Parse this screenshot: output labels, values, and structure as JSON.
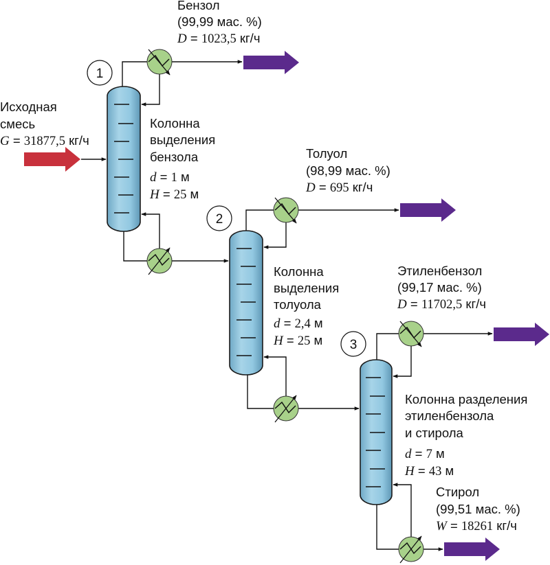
{
  "colors": {
    "column_fill": "#92c8e1",
    "exchanger_fill": "#a8d18a",
    "feed_arrow": "#c8313c",
    "product_arrow": "#5b2a8c"
  },
  "icons": [
    "heat-exchanger-icon",
    "flow-arrow-icon",
    "distillation-column-icon"
  ],
  "feed": {
    "line1": "Исходная",
    "line2": "смесь",
    "var": "G",
    "eq": " = ",
    "num": "31877,5",
    "unit": " кг/ч"
  },
  "columns": [
    {
      "number": "1",
      "name_line1": "Колонна",
      "name_line2": "выделения",
      "name_line3": "бензола",
      "d_var": "d",
      "d_eq": " = ",
      "d_num": "1",
      "d_unit": " м",
      "h_var": "H",
      "h_eq": " = ",
      "h_num": "25",
      "h_unit": " м"
    },
    {
      "number": "2",
      "name_line1": "Колонна",
      "name_line2": "выделения",
      "name_line3": "толуола",
      "d_var": "d",
      "d_eq": " = ",
      "d_num": "2,4",
      "d_unit": " м",
      "h_var": "H",
      "h_eq": " = ",
      "h_num": "25",
      "h_unit": " м"
    },
    {
      "number": "3",
      "name_line1": "Колонна разделения",
      "name_line2": "этиленбензола",
      "name_line3": "и стирола",
      "d_var": "d",
      "d_eq": " = ",
      "d_num": "7",
      "d_unit": " м",
      "h_var": "H",
      "h_eq": " = ",
      "h_num": "43",
      "h_unit": " м"
    }
  ],
  "products": [
    {
      "name": "Бензол",
      "purity": "(99,99 мас. %)",
      "var": "D",
      "eq": " = ",
      "num": "1023,5",
      "unit": " кг/ч"
    },
    {
      "name": "Толуол",
      "purity": "(98,99 мас. %)",
      "var": "D",
      "eq": " = ",
      "num": "695",
      "unit": " кг/ч"
    },
    {
      "name": "Этиленбензол",
      "purity": "(99,17 мас. %)",
      "var": "D",
      "eq": " = ",
      "num": "11702,5",
      "unit": " кг/ч"
    },
    {
      "name": "Стирол",
      "purity": "(99,51 мас. %)",
      "var": "W",
      "eq": " = ",
      "num": "18261",
      "unit": " кг/ч"
    }
  ]
}
